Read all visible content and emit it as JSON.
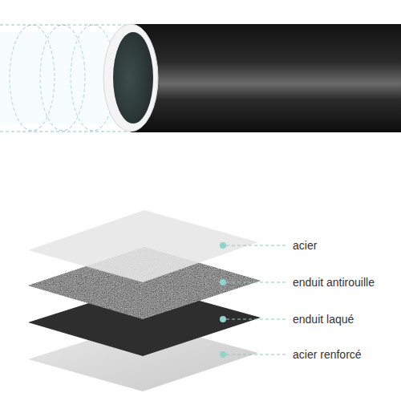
{
  "diagram": {
    "labels": [
      "acier",
      "enduit antirouille",
      "enduit laqué",
      "acier renforcé"
    ]
  }
}
